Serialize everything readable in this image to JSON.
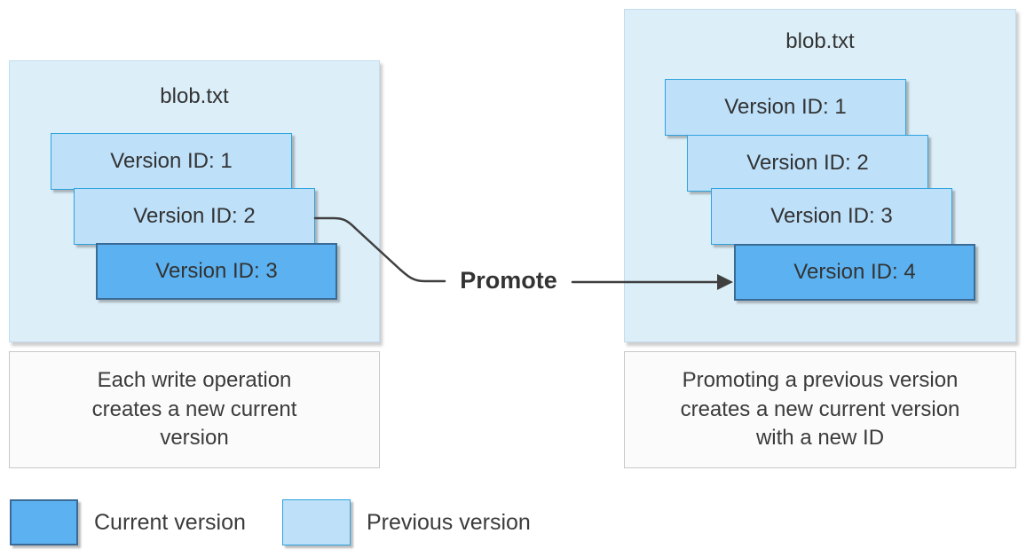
{
  "left_panel": {
    "title": "blob.txt",
    "versions": [
      {
        "label": "Version ID: 1",
        "state": "previous"
      },
      {
        "label": "Version ID: 2",
        "state": "previous"
      },
      {
        "label": "Version ID: 3",
        "state": "current"
      }
    ],
    "caption": "Each write operation creates a new current version"
  },
  "promote_label": "Promote",
  "right_panel": {
    "title": "blob.txt",
    "versions": [
      {
        "label": "Version ID: 1",
        "state": "previous"
      },
      {
        "label": "Version ID: 2",
        "state": "previous"
      },
      {
        "label": "Version ID: 3",
        "state": "previous"
      },
      {
        "label": "Version ID: 4",
        "state": "current"
      }
    ],
    "caption": "Promoting a previous version creates a new current version with a new ID"
  },
  "legend": [
    {
      "label": "Current version",
      "swatch": "current"
    },
    {
      "label": "Previous version",
      "swatch": "previous"
    }
  ],
  "colors": {
    "panel_bg": "#DCEFF9",
    "previous_fill": "#BEE0F9",
    "previous_border": "#2EA3DD",
    "current_fill": "#5CB2F0",
    "current_border": "#3A6B96",
    "arrow": "#3F3F3F",
    "text": "#333333"
  }
}
